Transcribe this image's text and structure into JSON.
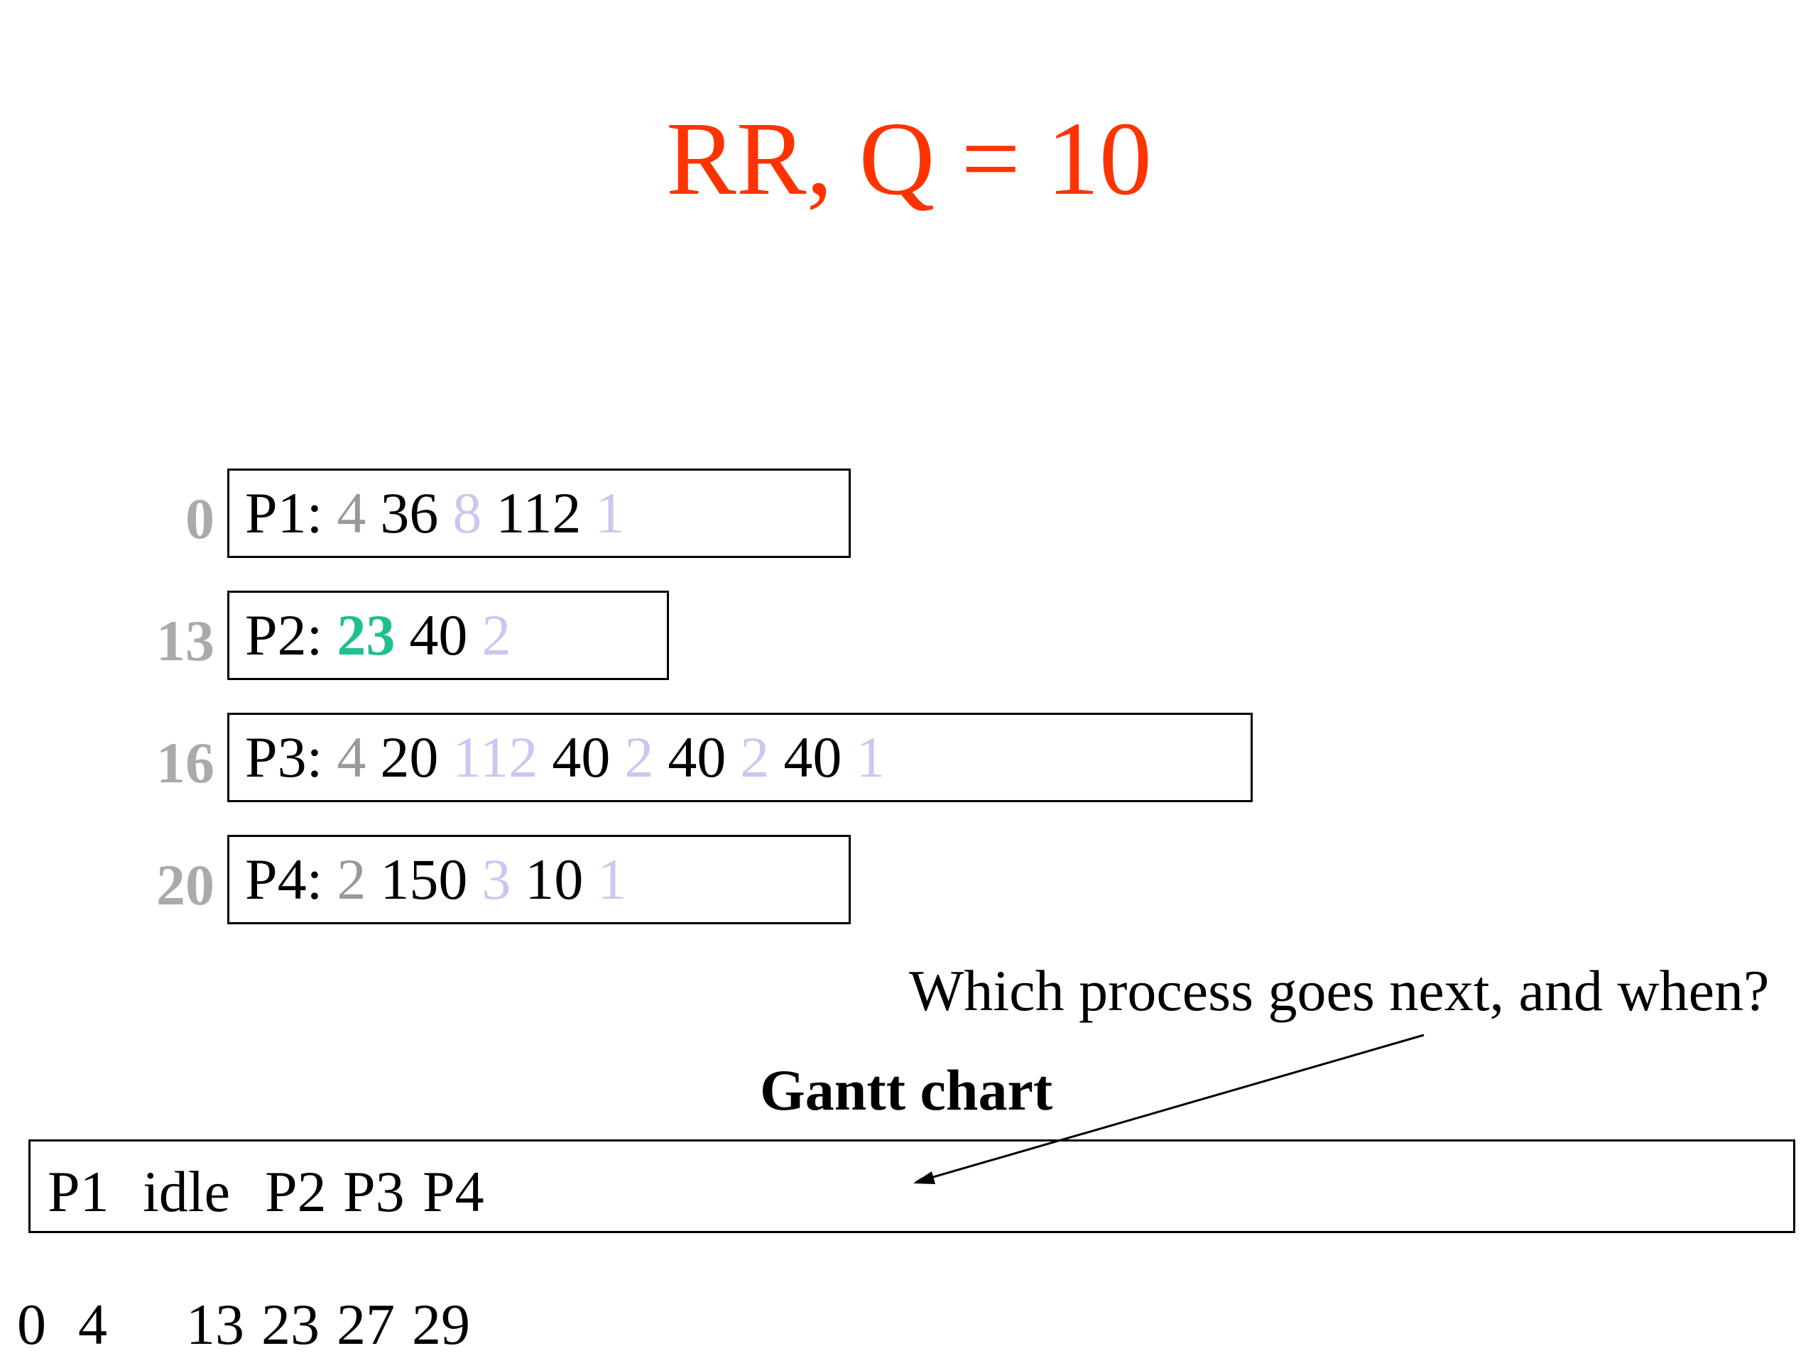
{
  "title": "RR, Q = 10",
  "processes": [
    {
      "arrival": "0",
      "label": "P1:",
      "bursts": [
        {
          "text": "4",
          "kind": "cpu"
        },
        {
          "text": "36",
          "kind": "io"
        },
        {
          "text": "8",
          "kind": "last"
        },
        {
          "text": "112",
          "kind": "io"
        },
        {
          "text": "1",
          "kind": "last"
        }
      ]
    },
    {
      "arrival": "13",
      "label": "P2:",
      "bursts": [
        {
          "text": "23",
          "kind": "hl"
        },
        {
          "text": "40",
          "kind": "io"
        },
        {
          "text": "2",
          "kind": "last"
        }
      ]
    },
    {
      "arrival": "16",
      "label": "P3:",
      "bursts": [
        {
          "text": "4",
          "kind": "cpu"
        },
        {
          "text": "20",
          "kind": "io"
        },
        {
          "text": "112",
          "kind": "last"
        },
        {
          "text": "40",
          "kind": "io"
        },
        {
          "text": "2",
          "kind": "last"
        },
        {
          "text": "40",
          "kind": "io"
        },
        {
          "text": "2",
          "kind": "last"
        },
        {
          "text": "40",
          "kind": "io"
        },
        {
          "text": "1",
          "kind": "last"
        }
      ]
    },
    {
      "arrival": "20",
      "label": "P4:",
      "bursts": [
        {
          "text": "2",
          "kind": "cpu"
        },
        {
          "text": "150",
          "kind": "io"
        },
        {
          "text": "3",
          "kind": "last"
        },
        {
          "text": "10",
          "kind": "io"
        },
        {
          "text": "1",
          "kind": "last"
        }
      ]
    }
  ],
  "question": "Which process goes next, and when?",
  "gantt": {
    "label": "Gantt chart",
    "segments": [
      "P1",
      "idle",
      "P2",
      "P3",
      "P4"
    ],
    "ticks": [
      "0",
      "4",
      "13",
      "23",
      "27",
      "29"
    ]
  },
  "colors": {
    "title": "#ff3300",
    "arrival": "#aaaaaa",
    "cpu_burst": "#999999",
    "later_burst": "#c8c8f0",
    "highlight": "#1fbf8f"
  }
}
